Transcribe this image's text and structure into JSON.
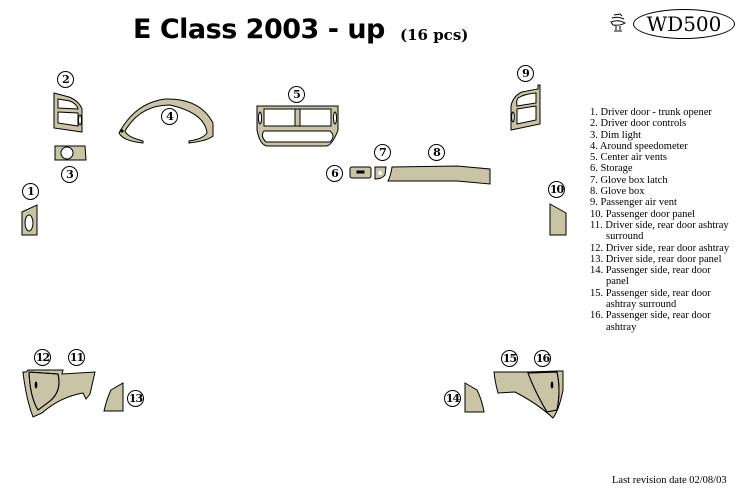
{
  "header": {
    "title": "E Class 2003 - up",
    "piece_count": "(16 pcs)",
    "badge": "WD500",
    "brand_icon": "logo-icon"
  },
  "colors": {
    "piece_fill": "#c8c4a5",
    "outline": "#000000",
    "background": "#ffffff"
  },
  "callouts": [
    {
      "n": "1",
      "label": "Driver door - trunk opener"
    },
    {
      "n": "2",
      "label": "Driver door controls"
    },
    {
      "n": "3",
      "label": "Dim light"
    },
    {
      "n": "4",
      "label": "Around speedometer"
    },
    {
      "n": "5",
      "label": "Center air vents"
    },
    {
      "n": "6",
      "label": "Storage"
    },
    {
      "n": "7",
      "label": "Glove box latch"
    },
    {
      "n": "8",
      "label": "Glove box"
    },
    {
      "n": "9",
      "label": "Passenger air vent"
    },
    {
      "n": "10",
      "label": "Passenger door panel"
    },
    {
      "n": "11",
      "label": "Driver side, rear door ashtray surround"
    },
    {
      "n": "12",
      "label": "Driver side, rear door ashtray"
    },
    {
      "n": "13",
      "label": "Driver side, rear door panel"
    },
    {
      "n": "14",
      "label": "Passenger side, rear door panel"
    },
    {
      "n": "15",
      "label": "Passenger side, rear door ashtray surround"
    },
    {
      "n": "16",
      "label": "Passenger side, rear door ashtray"
    }
  ],
  "legend_lines": [
    {
      "text": "1. Driver door - trunk opener",
      "indent": false
    },
    {
      "text": "2. Driver door controls",
      "indent": false
    },
    {
      "text": "3. Dim light",
      "indent": false
    },
    {
      "text": "4. Around speedometer",
      "indent": false
    },
    {
      "text": "5. Center air vents",
      "indent": false
    },
    {
      "text": "6. Storage",
      "indent": false
    },
    {
      "text": "7. Glove box latch",
      "indent": false
    },
    {
      "text": "8. Glove box",
      "indent": false
    },
    {
      "text": "9. Passenger air vent",
      "indent": false
    },
    {
      "text": "10. Passenger door panel",
      "indent": false
    },
    {
      "text": "11. Driver side, rear door ashtray",
      "indent": false
    },
    {
      "text": "surround",
      "indent": true
    },
    {
      "text": "12. Driver side, rear door ashtray",
      "indent": false
    },
    {
      "text": "13. Driver side, rear door panel",
      "indent": false
    },
    {
      "text": "14. Passenger side, rear door",
      "indent": false
    },
    {
      "text": "panel",
      "indent": true
    },
    {
      "text": "15. Passenger side, rear door",
      "indent": false
    },
    {
      "text": "ashtray surround",
      "indent": true
    },
    {
      "text": "16. Passenger side, rear door",
      "indent": false
    },
    {
      "text": "ashtray",
      "indent": true
    }
  ],
  "footer": {
    "revision": "Last revision date 02/08/03"
  }
}
